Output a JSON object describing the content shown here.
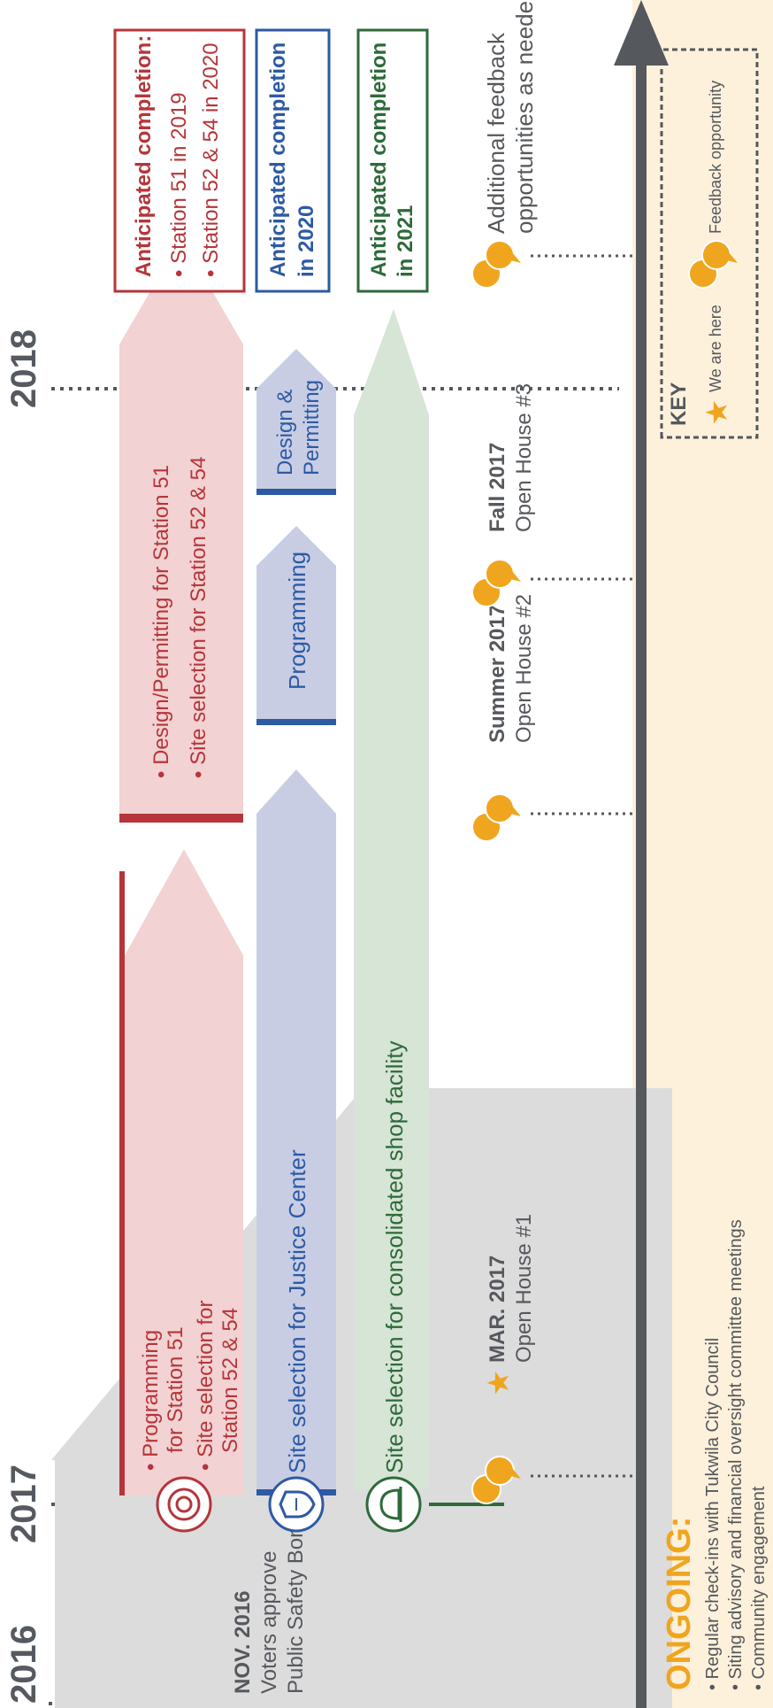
{
  "years": [
    "2016",
    "2017",
    "2018"
  ],
  "bond": {
    "date": "NOV. 2016",
    "line1": "Voters approve",
    "line2": "Public Safety Bond"
  },
  "fire": {
    "phase1": {
      "item1_line1": "Programming",
      "item1_line2": "for Station 51",
      "item2_line1": "Site selection for",
      "item2_line2": "Station 52 & 54"
    },
    "phase2": {
      "item1": "Design/Permitting for Station 51",
      "item2": "Site selection for Station 52 & 54"
    },
    "completion": {
      "title": "Anticipated completion:",
      "item1": "Station 51 in 2019",
      "item2": "Station 52 & 54 in 2020"
    },
    "color": "#b5353a"
  },
  "justice": {
    "phase1": "Site selection for Justice Center",
    "phase2": "Programming",
    "phase3": {
      "line1": "Design &",
      "line2": "Permitting"
    },
    "completion": {
      "line1": "Anticipated completion",
      "line2": "in 2020"
    },
    "color": "#2d5aa3"
  },
  "shop": {
    "phase1": "Site selection for consolidated shop facility",
    "completion": {
      "line1": "Anticipated completion",
      "line2": "in 2021"
    },
    "color": "#2e6a3a"
  },
  "events": [
    {
      "date": "MAR. 2017",
      "label": "Open House #1"
    },
    {
      "date": "Summer 2017",
      "label": "Open House #2"
    },
    {
      "date": "Fall 2017",
      "label": "Open House #3"
    }
  ],
  "additional": {
    "line1": "Additional feedback",
    "line2": "opportunities as needed"
  },
  "ongoing": {
    "title": "ONGOING:",
    "items": [
      "Regular check-ins with Tukwila City Council",
      "Siting advisory and financial oversight committee meetings",
      "Community engagement"
    ]
  },
  "key": {
    "title": "KEY",
    "we_are_here": "We are here",
    "feedback": "Feedback opportunity"
  },
  "colors": {
    "accent": "#f0a51e",
    "timeline": "#55585c",
    "ongoing_bg": "#fdf1dc"
  },
  "icons": [
    "fire-station-icon",
    "police-badge-icon",
    "hard-hat-icon",
    "speech-bubbles-icon",
    "star-icon"
  ]
}
